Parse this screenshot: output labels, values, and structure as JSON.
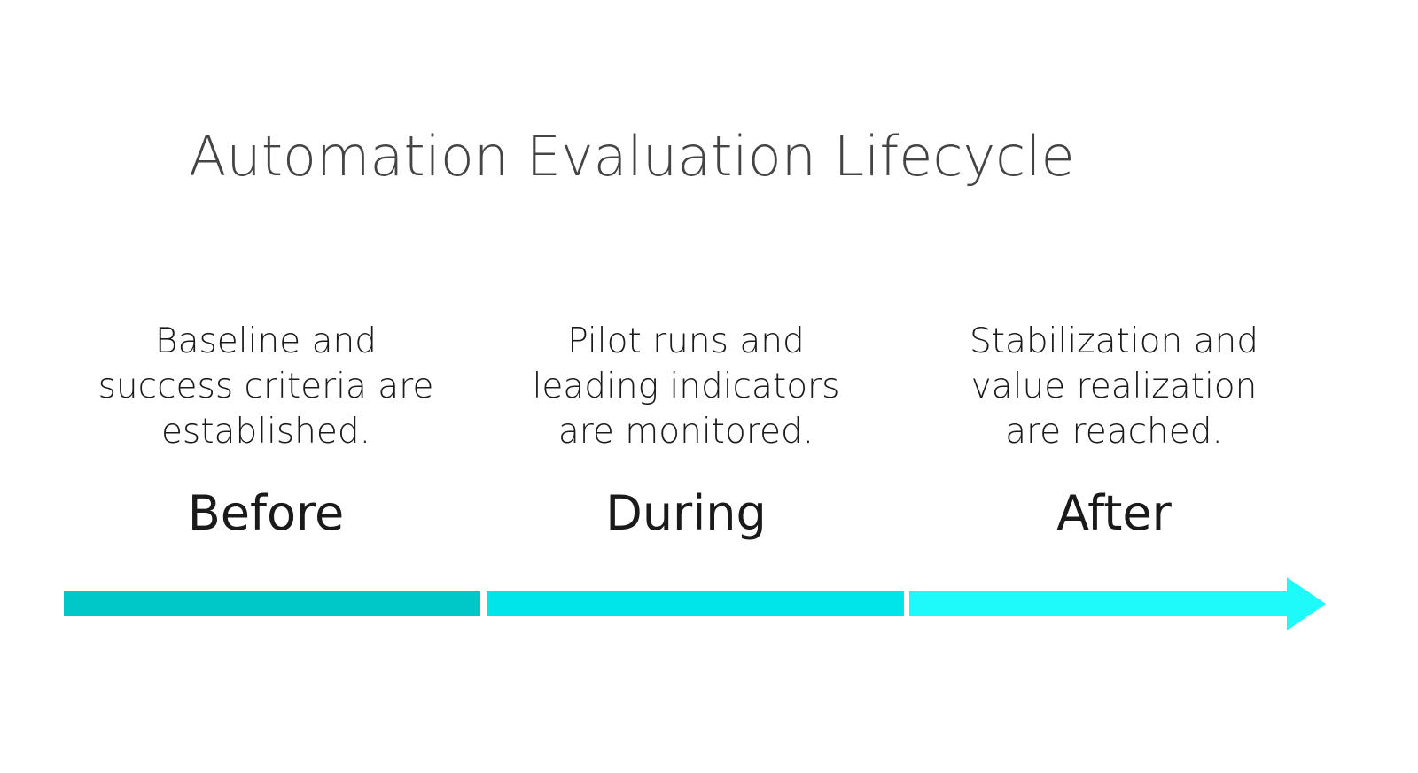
{
  "title": "Automation Evaluation Lifecycle",
  "stages": [
    {
      "name": "Before",
      "description_lines": [
        "Baseline and",
        "success criteria are",
        "established."
      ],
      "color": "#00C8C8"
    },
    {
      "name": "During",
      "description_lines": [
        "Pilot runs and",
        "leading indicators",
        "are monitored."
      ],
      "color": "#00E5E8"
    },
    {
      "name": "After",
      "description_lines": [
        "Stabilization and",
        "value realization",
        "are reached."
      ],
      "color": "#1EFAFA"
    }
  ]
}
